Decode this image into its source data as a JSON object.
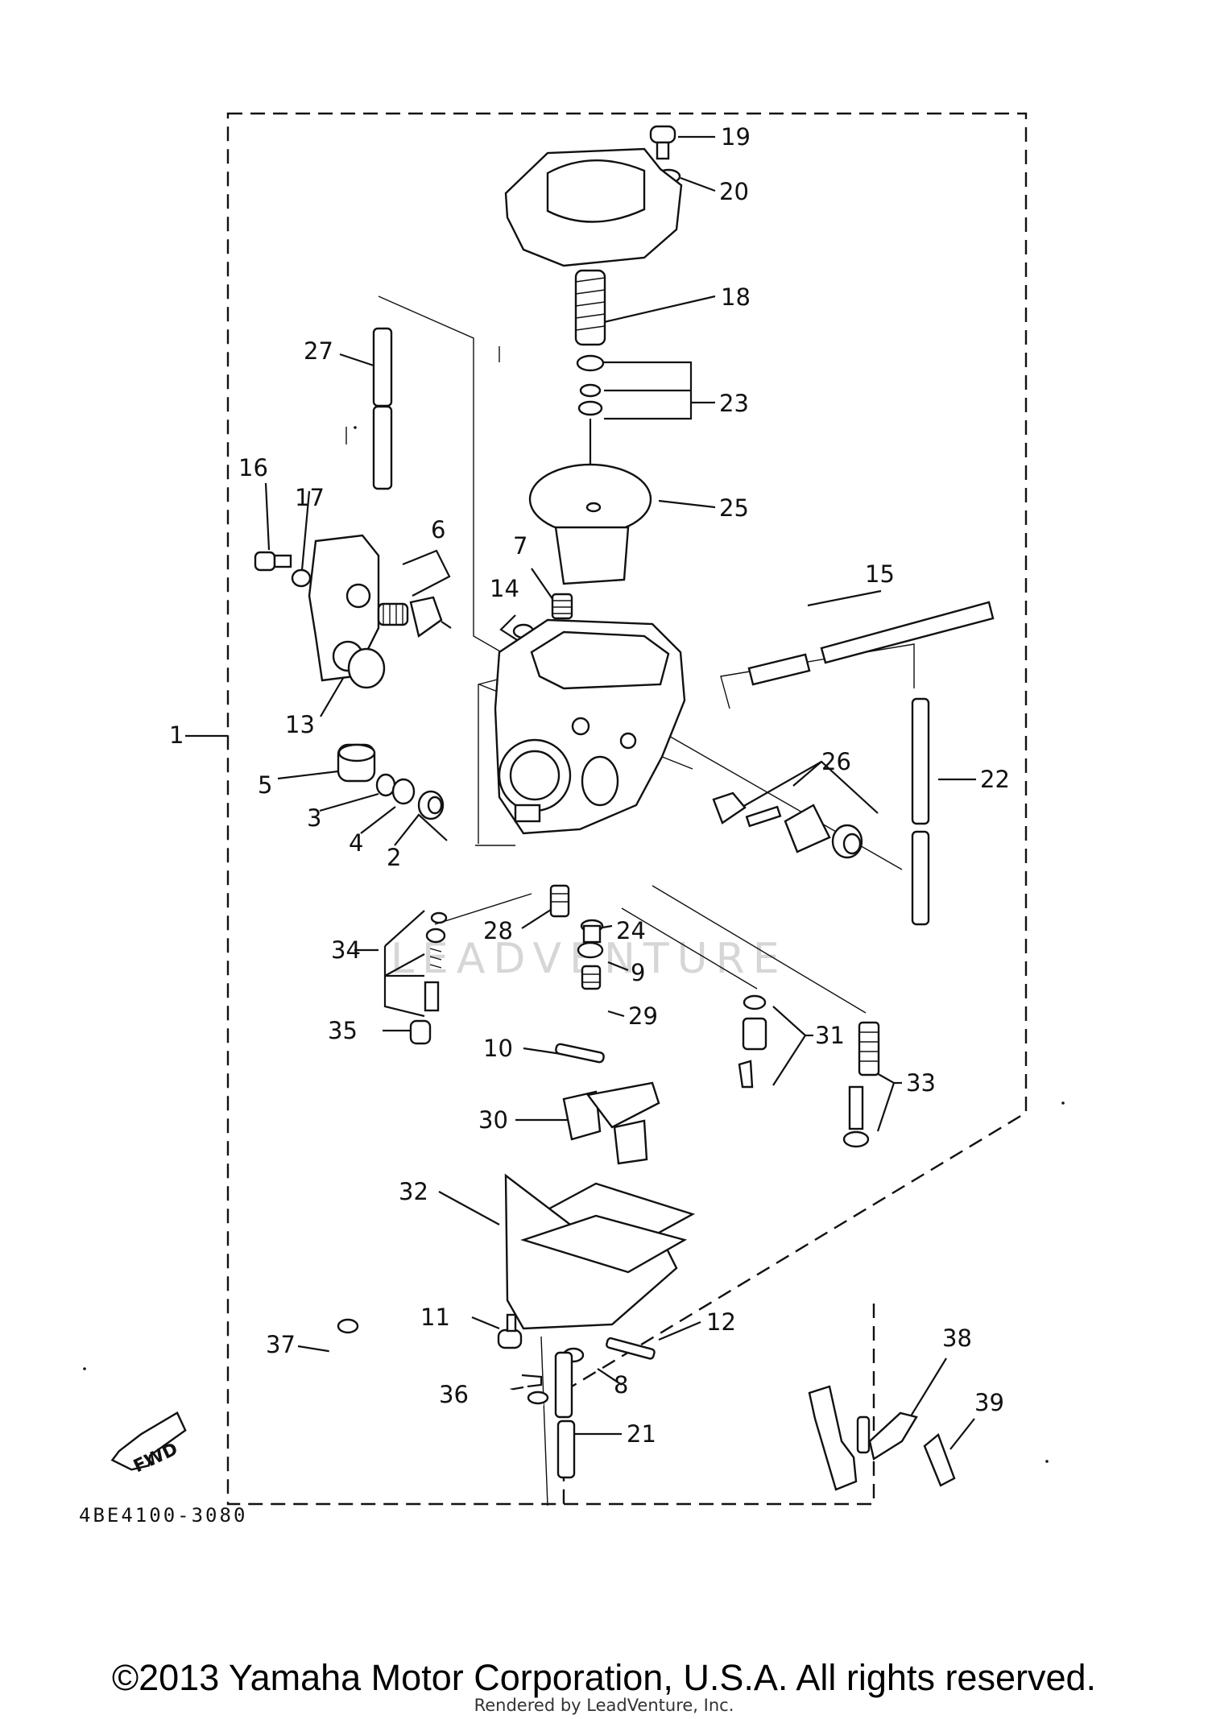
{
  "diagram": {
    "drawing_code": "4BE4100-3080",
    "fwd_label": "FWD",
    "watermark": "LEADVENTURE",
    "callouts": [
      {
        "id": "19",
        "label": "19"
      },
      {
        "id": "20",
        "label": "20"
      },
      {
        "id": "18",
        "label": "18"
      },
      {
        "id": "23",
        "label": "23"
      },
      {
        "id": "25",
        "label": "25"
      },
      {
        "id": "27",
        "label": "27"
      },
      {
        "id": "16",
        "label": "16"
      },
      {
        "id": "17",
        "label": "17"
      },
      {
        "id": "6",
        "label": "6"
      },
      {
        "id": "7",
        "label": "7"
      },
      {
        "id": "14",
        "label": "14"
      },
      {
        "id": "15",
        "label": "15"
      },
      {
        "id": "13",
        "label": "13"
      },
      {
        "id": "1",
        "label": "1"
      },
      {
        "id": "5",
        "label": "5"
      },
      {
        "id": "3",
        "label": "3"
      },
      {
        "id": "4",
        "label": "4"
      },
      {
        "id": "2",
        "label": "2"
      },
      {
        "id": "26",
        "label": "26"
      },
      {
        "id": "22",
        "label": "22"
      },
      {
        "id": "28",
        "label": "28"
      },
      {
        "id": "24",
        "label": "24"
      },
      {
        "id": "34",
        "label": "34"
      },
      {
        "id": "9",
        "label": "9"
      },
      {
        "id": "29",
        "label": "29"
      },
      {
        "id": "35",
        "label": "35"
      },
      {
        "id": "10",
        "label": "10"
      },
      {
        "id": "31",
        "label": "31"
      },
      {
        "id": "33",
        "label": "33"
      },
      {
        "id": "30",
        "label": "30"
      },
      {
        "id": "32",
        "label": "32"
      },
      {
        "id": "11",
        "label": "11"
      },
      {
        "id": "12",
        "label": "12"
      },
      {
        "id": "37",
        "label": "37"
      },
      {
        "id": "8",
        "label": "8"
      },
      {
        "id": "36",
        "label": "36"
      },
      {
        "id": "38",
        "label": "38"
      },
      {
        "id": "21",
        "label": "21"
      },
      {
        "id": "39",
        "label": "39"
      }
    ]
  },
  "footer": {
    "copyright": "©2013 Yamaha Motor Corporation, U.S.A. All rights reserved.",
    "rendered_by": "Rendered by LeadVenture, Inc."
  }
}
